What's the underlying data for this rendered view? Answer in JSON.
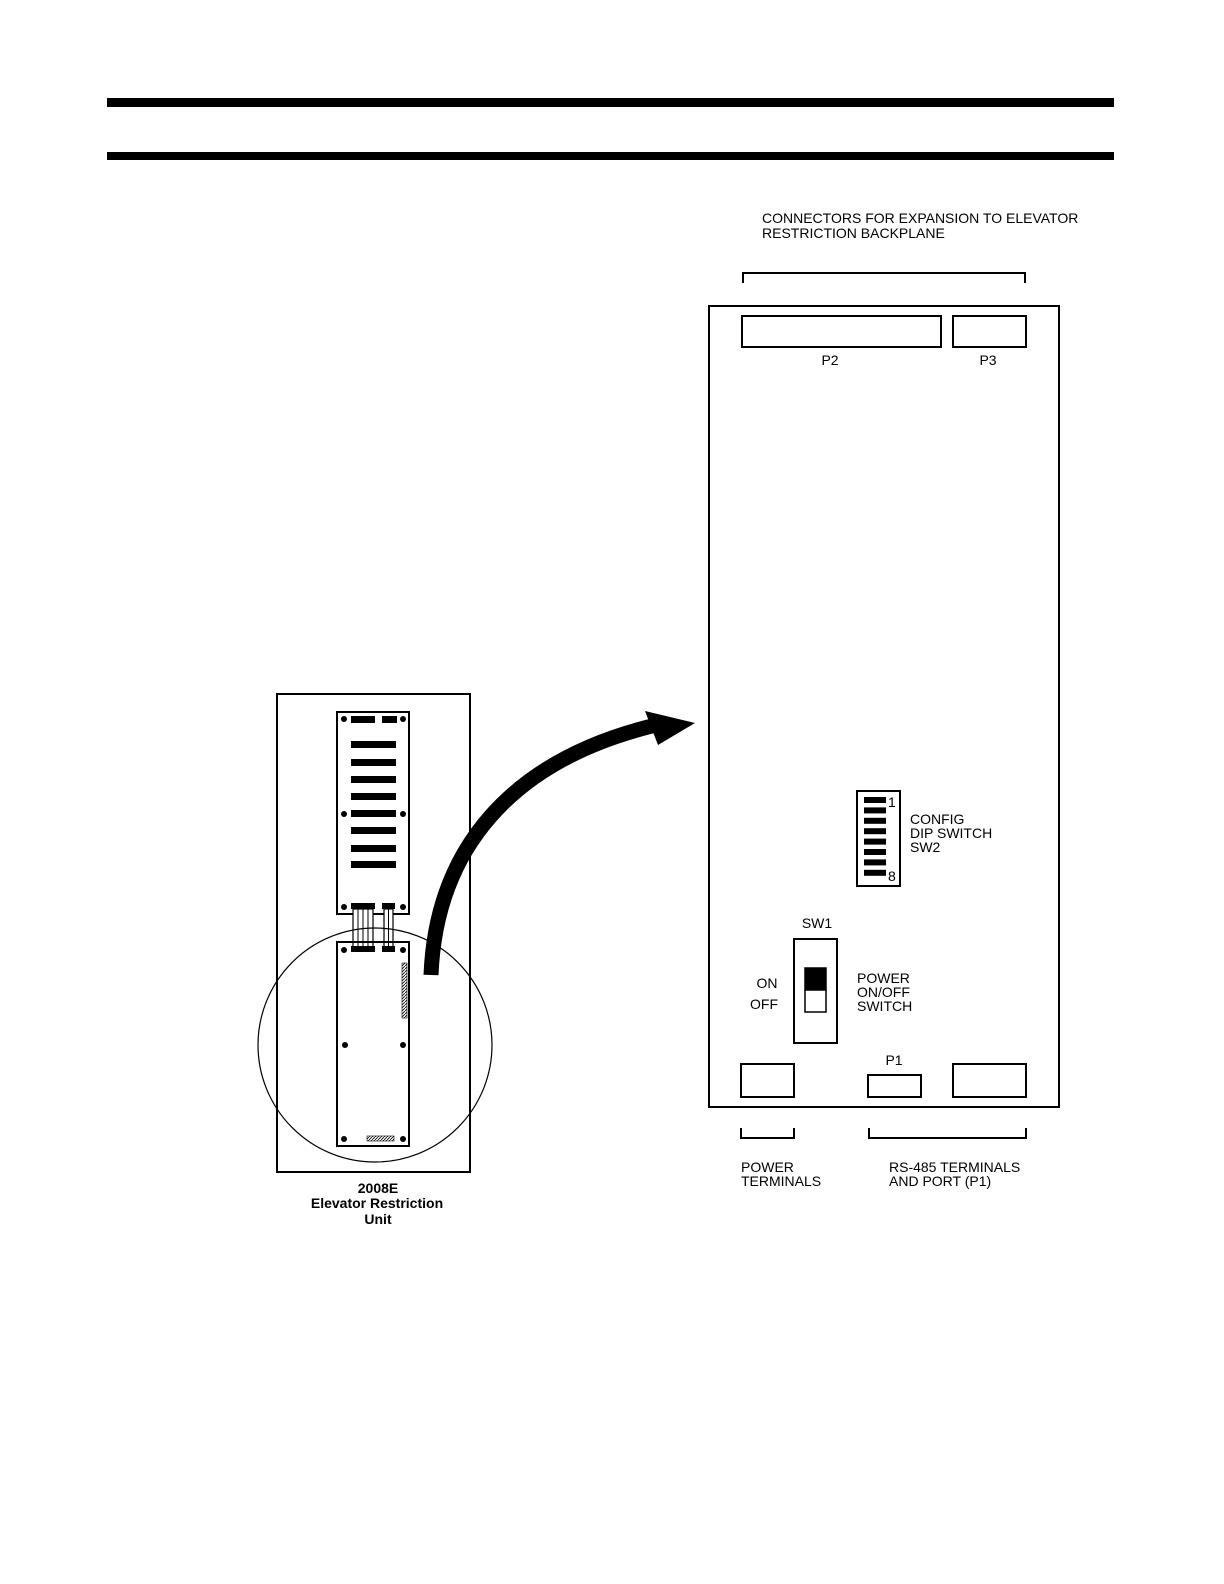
{
  "labels": {
    "connectors_line1": "CONNECTORS FOR EXPANSION TO ELEVATOR",
    "connectors_line2": "RESTRICTION BACKPLANE",
    "p2": "P2",
    "p3": "P3",
    "dip_num_top": "1",
    "dip_num_bottom": "8",
    "config_line1": "CONFIG",
    "config_line2": "DIP SWITCH",
    "config_line3": "SW2",
    "sw1": "SW1",
    "on": "ON",
    "off": "OFF",
    "power_line1": "POWER",
    "power_line2": "ON/OFF",
    "power_line3": "SWITCH",
    "p1": "P1",
    "power_terminals_line1": "POWER",
    "power_terminals_line2": "TERMINALS",
    "rs485_line1": "RS-485 TERMINALS",
    "rs485_line2": "AND PORT (P1)",
    "unit_model": "2008E",
    "unit_name_line1": "Elevator Restriction",
    "unit_name_line2": "Unit"
  },
  "dip_switch": {
    "positions": 8
  },
  "colors": {
    "ink": "#000000",
    "paper": "#ffffff"
  }
}
